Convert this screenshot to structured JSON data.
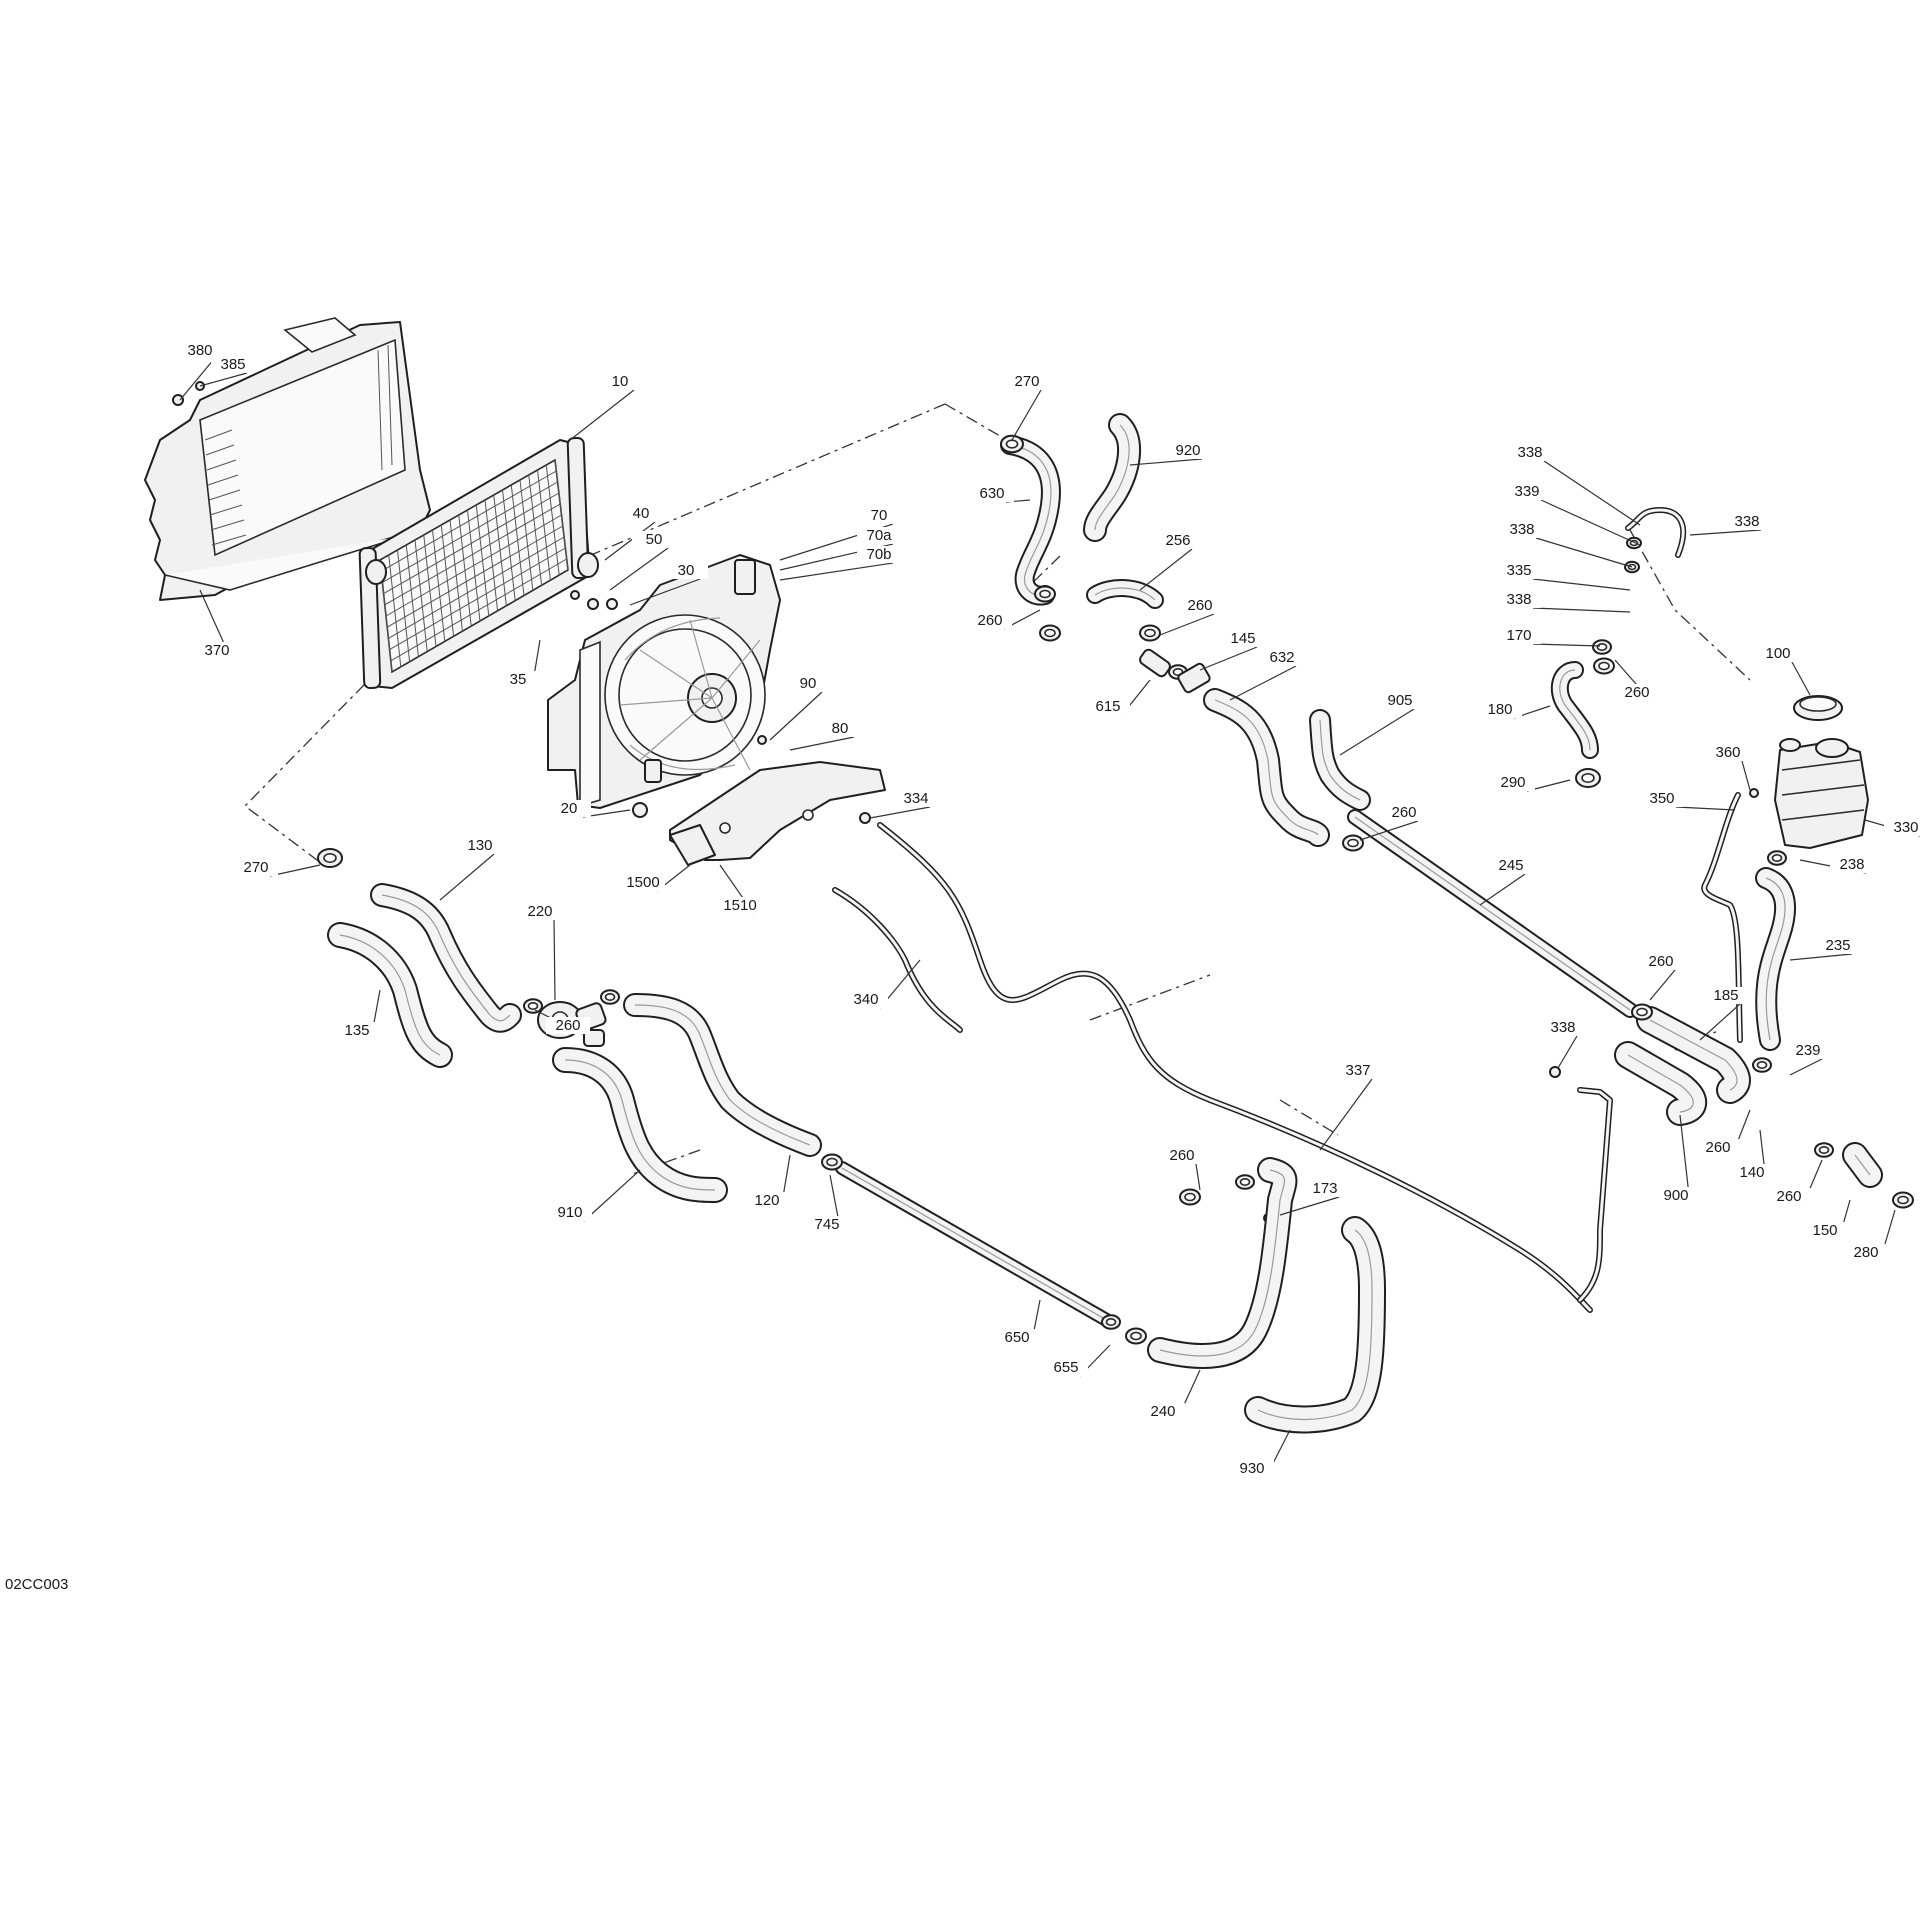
{
  "diagram_id": "02CC003",
  "callouts": [
    {
      "key": "c380",
      "text": "380"
    },
    {
      "key": "c385",
      "text": "385"
    },
    {
      "key": "c10",
      "text": "10"
    },
    {
      "key": "c270a",
      "text": "270"
    },
    {
      "key": "c920",
      "text": "920"
    },
    {
      "key": "c630",
      "text": "630"
    },
    {
      "key": "c338a",
      "text": "338"
    },
    {
      "key": "c339",
      "text": "339"
    },
    {
      "key": "c338b",
      "text": "338"
    },
    {
      "key": "c338c",
      "text": "338"
    },
    {
      "key": "c335",
      "text": "335"
    },
    {
      "key": "c338d",
      "text": "338"
    },
    {
      "key": "c170",
      "text": "170"
    },
    {
      "key": "c40",
      "text": "40"
    },
    {
      "key": "c50",
      "text": "50"
    },
    {
      "key": "c70",
      "text": "70"
    },
    {
      "key": "c70a",
      "text": "70a"
    },
    {
      "key": "c70b",
      "text": "70b"
    },
    {
      "key": "c30",
      "text": "30"
    },
    {
      "key": "c35",
      "text": "35"
    },
    {
      "key": "c370",
      "text": "370"
    },
    {
      "key": "c256",
      "text": "256"
    },
    {
      "key": "c260a",
      "text": "260"
    },
    {
      "key": "c260b",
      "text": "260"
    },
    {
      "key": "c145",
      "text": "145"
    },
    {
      "key": "c615",
      "text": "615"
    },
    {
      "key": "c632",
      "text": "632"
    },
    {
      "key": "c260c",
      "text": "260"
    },
    {
      "key": "c100",
      "text": "100"
    },
    {
      "key": "c180",
      "text": "180"
    },
    {
      "key": "c905",
      "text": "905"
    },
    {
      "key": "c290",
      "text": "290"
    },
    {
      "key": "c90",
      "text": "90"
    },
    {
      "key": "c80",
      "text": "80"
    },
    {
      "key": "c360",
      "text": "360"
    },
    {
      "key": "c350",
      "text": "350"
    },
    {
      "key": "c260d",
      "text": "260"
    },
    {
      "key": "c330",
      "text": "330"
    },
    {
      "key": "c334",
      "text": "334"
    },
    {
      "key": "c20",
      "text": "20"
    },
    {
      "key": "c130",
      "text": "130"
    },
    {
      "key": "c270b",
      "text": "270"
    },
    {
      "key": "c1500",
      "text": "1500"
    },
    {
      "key": "c1510",
      "text": "1510"
    },
    {
      "key": "c238",
      "text": "238"
    },
    {
      "key": "c245",
      "text": "245"
    },
    {
      "key": "c220",
      "text": "220"
    },
    {
      "key": "c235",
      "text": "235"
    },
    {
      "key": "c260e",
      "text": "260"
    },
    {
      "key": "c185",
      "text": "185"
    },
    {
      "key": "c340",
      "text": "340"
    },
    {
      "key": "c260f",
      "text": "260"
    },
    {
      "key": "c135",
      "text": "135"
    },
    {
      "key": "c338e",
      "text": "338"
    },
    {
      "key": "c239",
      "text": "239"
    },
    {
      "key": "c337",
      "text": "337"
    },
    {
      "key": "c260g",
      "text": "260"
    },
    {
      "key": "c140",
      "text": "140"
    },
    {
      "key": "c260h",
      "text": "260"
    },
    {
      "key": "c900",
      "text": "900"
    },
    {
      "key": "c260i",
      "text": "260"
    },
    {
      "key": "c150",
      "text": "150"
    },
    {
      "key": "c173",
      "text": "173"
    },
    {
      "key": "c910",
      "text": "910"
    },
    {
      "key": "c120",
      "text": "120"
    },
    {
      "key": "c745",
      "text": "745"
    },
    {
      "key": "c280",
      "text": "280"
    },
    {
      "key": "c650",
      "text": "650"
    },
    {
      "key": "c655",
      "text": "655"
    },
    {
      "key": "c240",
      "text": "240"
    },
    {
      "key": "c930",
      "text": "930"
    }
  ]
}
